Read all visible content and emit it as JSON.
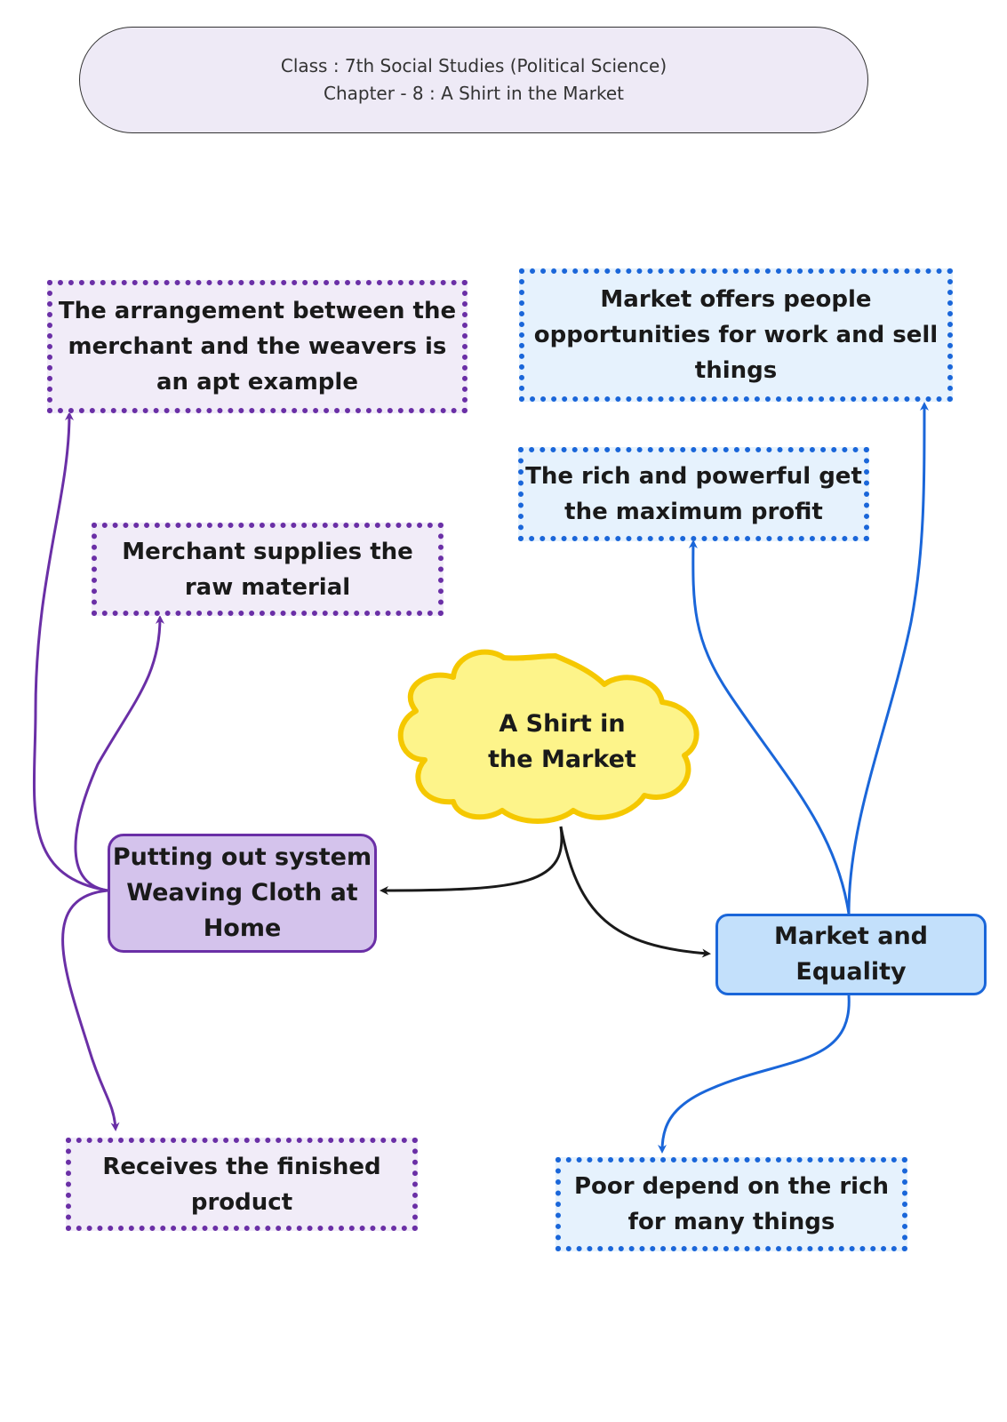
{
  "header": {
    "line1": "Class : 7th Social Studies (Political Science)",
    "line2": "Chapter - 8 : A Shirt in the Market"
  },
  "center": {
    "line1": "A Shirt in",
    "line2": "the Market"
  },
  "left_main": {
    "line1": "Putting out system",
    "line2": "Weaving Cloth at",
    "line3": "Home"
  },
  "right_main": {
    "label": "Market and Equality"
  },
  "left_nodes": {
    "arrangement": {
      "line1": "The arrangement between the",
      "line2": "merchant and the weavers is",
      "line3": "an apt example"
    },
    "supplies": {
      "line1": "Merchant supplies the",
      "line2": "raw material"
    },
    "receives": {
      "line1": "Receives the finished",
      "line2": "product"
    }
  },
  "right_nodes": {
    "opportunities": {
      "line1": "Market offers people",
      "line2": "opportunities for work and sell",
      "line3": "things"
    },
    "rich": {
      "line1": "The rich and powerful get",
      "line2": "the maximum profit"
    },
    "poor": {
      "line1": "Poor depend on the rich",
      "line2": "for many things"
    }
  },
  "colors": {
    "purple": "#6a2fa6",
    "blue": "#1a66d9",
    "cloud_fill": "#fdf48a",
    "cloud_stroke": "#f5c800",
    "black_arrow": "#1a1a1a"
  }
}
